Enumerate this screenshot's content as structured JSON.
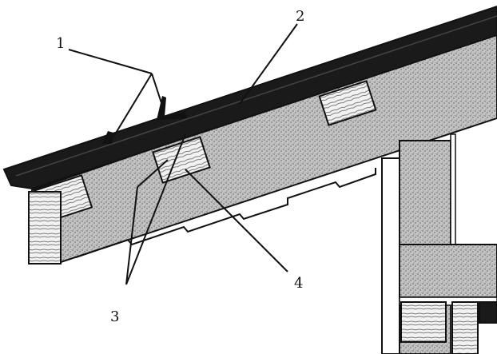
{
  "labels": {
    "l1": "1",
    "l2": "2",
    "l3": "3",
    "l4": "4"
  },
  "colors": {
    "ink": "#111111",
    "tile": "#1a1a1a",
    "insulation": "#b9b9b9",
    "timber": "#e8e8e8",
    "paper": "#ffffff"
  }
}
